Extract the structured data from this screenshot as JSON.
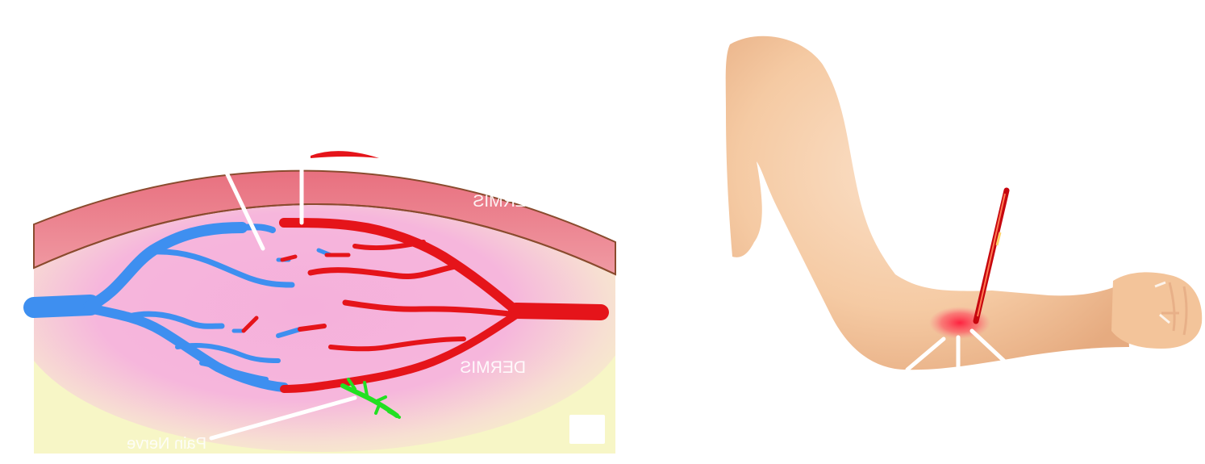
{
  "cross_section": {
    "epidermis_label": "DERMIS",
    "dermis_label": "DERMIS",
    "nerve_label": "Pain Nerve"
  },
  "colors": {
    "vein": "#3e8ff0",
    "artery": "#e5141a",
    "epidermis": "#e87f8a",
    "dermis_glow": "#f7b3d8",
    "subcutis": "#f7f5c4",
    "nerve": "#22e022",
    "skin": "#f3c49a"
  }
}
